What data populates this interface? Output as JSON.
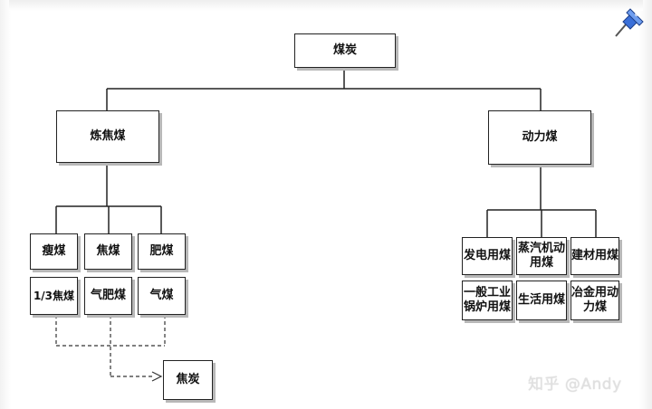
{
  "root": "煤炭",
  "branches": {
    "coking": {
      "label": "炼焦煤",
      "children": [
        "瘦煤",
        "焦煤",
        "肥煤",
        "1/3焦煤",
        "气肥煤",
        "气煤"
      ],
      "product": "焦炭"
    },
    "steam": {
      "label": "动力煤",
      "children": [
        "发电用煤",
        "蒸汽机动用煤",
        "建材用煤",
        "一般工业锅炉用煤",
        "生活用煤",
        "冶金用动力煤"
      ]
    }
  },
  "watermark": "知乎 @Andy",
  "icon": "pushpin-icon"
}
